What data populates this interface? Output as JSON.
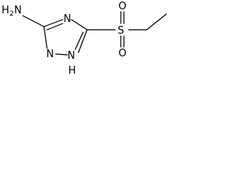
{
  "molecule": {
    "amine_group": {
      "main": "H",
      "sub": "2",
      "element": "N"
    },
    "ring_atoms": {
      "n_top": "N",
      "n_left": "N",
      "n_bottom_h": "H",
      "n_bottom_n": "N"
    },
    "sulfonyl": {
      "sulfur": "S",
      "oxygen_top": "O",
      "oxygen_bottom": "O"
    }
  }
}
